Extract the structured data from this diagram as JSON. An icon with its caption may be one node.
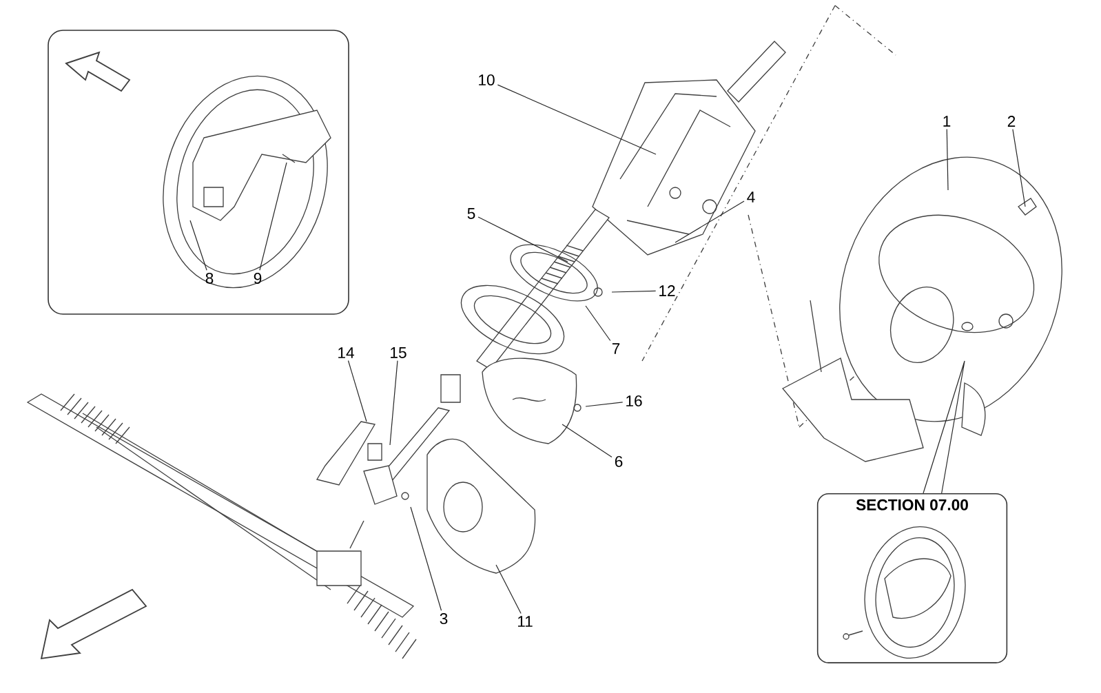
{
  "diagram": {
    "nodes": [
      {
        "text": [],
        "shape": "box"
      },
      {
        "text": [
          "8"
        ],
        "in": 0
      },
      {
        "text": [
          "9"
        ],
        "in": 0
      },
      {
        "text": [
          "10"
        ]
      },
      {
        "text": [
          "5"
        ]
      },
      {
        "text": [
          "4"
        ]
      },
      {
        "text": [
          "1"
        ]
      },
      {
        "text": [
          "2"
        ]
      },
      {
        "text": [
          "12"
        ]
      },
      {
        "text": [
          "7"
        ]
      },
      {
        "text": [
          "14"
        ]
      },
      {
        "text": [
          "15"
        ]
      },
      {
        "text": [
          "16"
        ]
      },
      {
        "text": [
          "6"
        ]
      },
      {
        "text": [
          "3"
        ]
      },
      {
        "text": [
          "11"
        ]
      },
      {
        "text": [
          "SECTION 07.00"
        ]
      }
    ],
    "edges": [
      {
        "from": 1,
        "to": null,
        "arrow": "none"
      },
      {
        "from": 2,
        "to": null,
        "arrow": "none"
      },
      {
        "from": 3,
        "to": null,
        "arrow": "none"
      },
      {
        "from": 4,
        "to": null,
        "arrow": "none"
      },
      {
        "from": 5,
        "to": null,
        "arrow": "none"
      },
      {
        "from": 6,
        "to": null,
        "arrow": "none"
      },
      {
        "from": 7,
        "to": null,
        "arrow": "none"
      },
      {
        "from": 8,
        "to": null,
        "arrow": "none"
      },
      {
        "from": 9,
        "to": null,
        "arrow": "none"
      },
      {
        "from": 10,
        "to": null,
        "arrow": "none"
      },
      {
        "from": 11,
        "to": null,
        "arrow": "none"
      },
      {
        "from": 12,
        "to": null,
        "arrow": "none"
      },
      {
        "from": 13,
        "to": null,
        "arrow": "none"
      },
      {
        "from": 14,
        "to": null,
        "arrow": "none"
      },
      {
        "from": 15,
        "to": null,
        "arrow": "none"
      },
      {
        "from": 16,
        "to": null,
        "arrow": "none"
      }
    ]
  }
}
